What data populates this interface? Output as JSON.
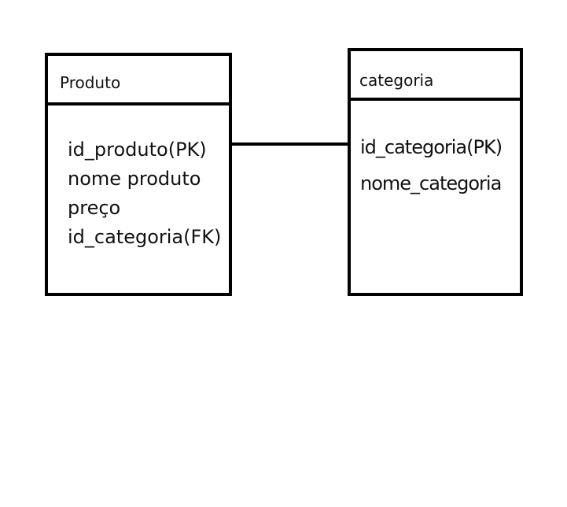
{
  "entities": {
    "produto": {
      "name": "Produto",
      "attributes": [
        "id_produto(PK)",
        "nome produto",
        "preço",
        "id_categoria(FK)"
      ]
    },
    "categoria": {
      "name": "categoria",
      "attributes": [
        "id_categoria(PK)",
        "nome_categoria"
      ]
    }
  }
}
